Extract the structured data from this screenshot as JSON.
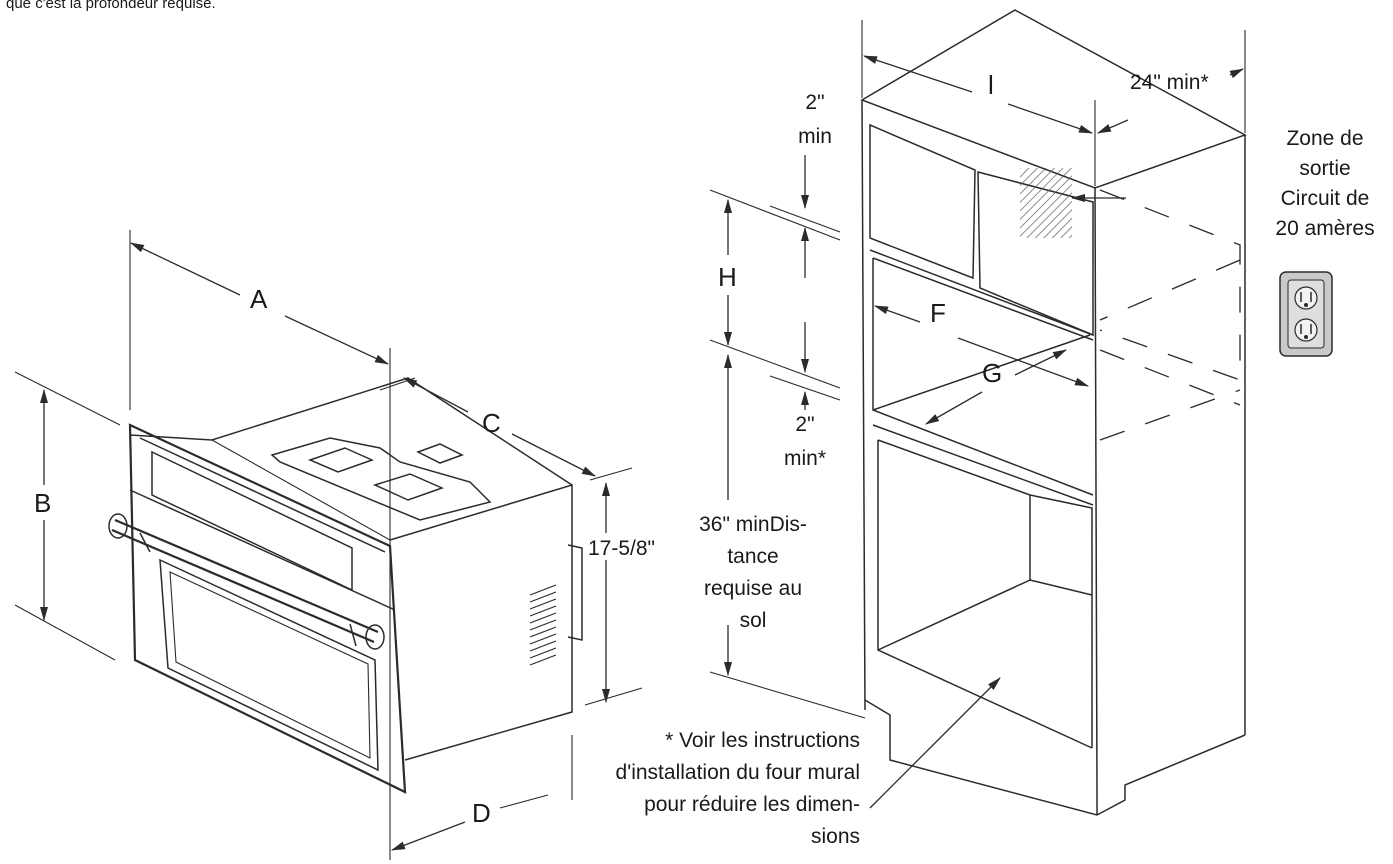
{
  "header_note": "que c'est la profondeur requise.",
  "oven_labels": {
    "a": "A",
    "b": "B",
    "c": "C",
    "d": "D",
    "height": "17-5/8\""
  },
  "cabinet_labels": {
    "l": "l",
    "depth": "24\" min*",
    "top_gap": [
      "2\"",
      "min"
    ],
    "h": "H",
    "f": "F",
    "g": "G",
    "bottom_gap": [
      "2\"",
      "min*"
    ],
    "floor": [
      "36\" minDis-",
      "tance",
      "requise au",
      "sol"
    ]
  },
  "outlet_zone": [
    "Zone de",
    "sortie",
    "Circuit de",
    "20 amères"
  ],
  "footnote": [
    "* Voir les instructions",
    "d'installation du four mural",
    "pour réduire les dimen-",
    "sions"
  ],
  "icons": [
    "duplex-outlet-icon"
  ],
  "colors": {
    "line": "#2b2b2b",
    "outlet_fill": "#c9c9c9",
    "background": "#ffffff"
  }
}
